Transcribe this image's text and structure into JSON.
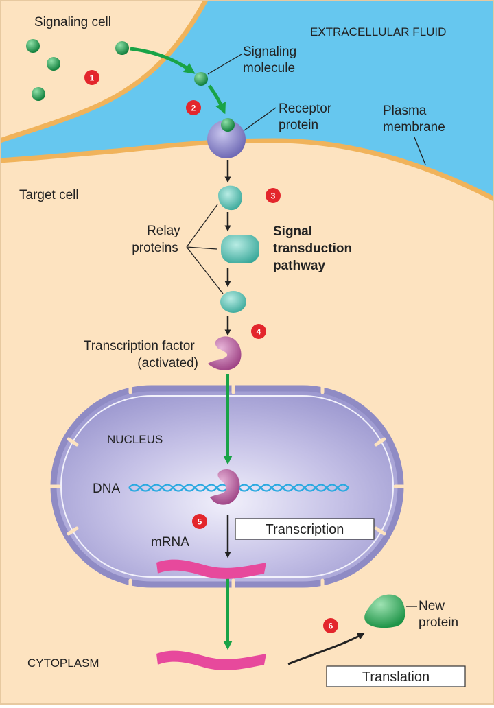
{
  "labels": {
    "signaling_cell": "Signaling cell",
    "extracellular_fluid": "EXTRACELLULAR FLUID",
    "signaling_molecule": [
      "Signaling",
      "molecule"
    ],
    "receptor_protein": [
      "Receptor",
      "protein"
    ],
    "plasma_membrane": [
      "Plasma",
      "membrane"
    ],
    "target_cell": "Target cell",
    "relay_proteins": [
      "Relay",
      "proteins"
    ],
    "signal_transduction_pathway": [
      "Signal",
      "transduction",
      "pathway"
    ],
    "transcription_factor": [
      "Transcription factor",
      "(activated)"
    ],
    "nucleus": "NUCLEUS",
    "dna": "DNA",
    "mrna": "mRNA",
    "transcription": "Transcription",
    "new_protein": [
      "New",
      "protein"
    ],
    "cytoplasm": "CYTOPLASM",
    "translation": "Translation"
  },
  "steps": [
    "1",
    "2",
    "3",
    "4",
    "5",
    "6"
  ],
  "colors": {
    "cell_fill": "#fde3c0",
    "membrane": "#f0b35b",
    "extracellular": "#66c7ef",
    "signal_molecule": "#1f9a4e",
    "receptor": "#8a86c9",
    "relay_protein": "#5fc0b5",
    "transcription_factor": "#b65c9c",
    "nucleus": "#b8b4e0",
    "nuclear_envelope": "#8f8bc4",
    "dna": "#2aa9e0",
    "mrna": "#e7499c",
    "step_badge": "#e3262c",
    "green_arrow": "#19a347",
    "black_arrow": "#222222"
  }
}
